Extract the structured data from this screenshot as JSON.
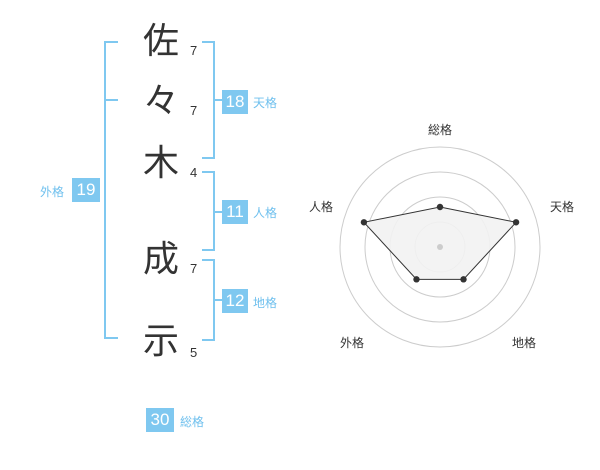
{
  "name": {
    "chars": [
      {
        "char": "佐",
        "strokes": "7"
      },
      {
        "char": "々",
        "strokes": "7"
      },
      {
        "char": "木",
        "strokes": "4"
      },
      {
        "char": "成",
        "strokes": "7"
      },
      {
        "char": "示",
        "strokes": "5"
      }
    ]
  },
  "kaku": {
    "tenkaku": {
      "value": "18",
      "label": "天格"
    },
    "jinkaku": {
      "value": "11",
      "label": "人格"
    },
    "chikaku": {
      "value": "12",
      "label": "地格"
    },
    "gaikaku": {
      "value": "19",
      "label": "外格"
    },
    "soukaku": {
      "value": "30",
      "label": "総格"
    }
  },
  "chart_data": {
    "type": "radar",
    "axes": [
      "総格",
      "天格",
      "地格",
      "外格",
      "人格"
    ],
    "values": [
      2,
      4,
      2,
      2,
      4
    ],
    "max": 5,
    "rings": 4,
    "colors": {
      "fill": "#f2f2f2",
      "line": "#333333",
      "ring": "#cccccc",
      "center": "#cccccc"
    }
  },
  "colors": {
    "accent": "#7fc8f0",
    "accent_text": "#6fc0ee"
  }
}
